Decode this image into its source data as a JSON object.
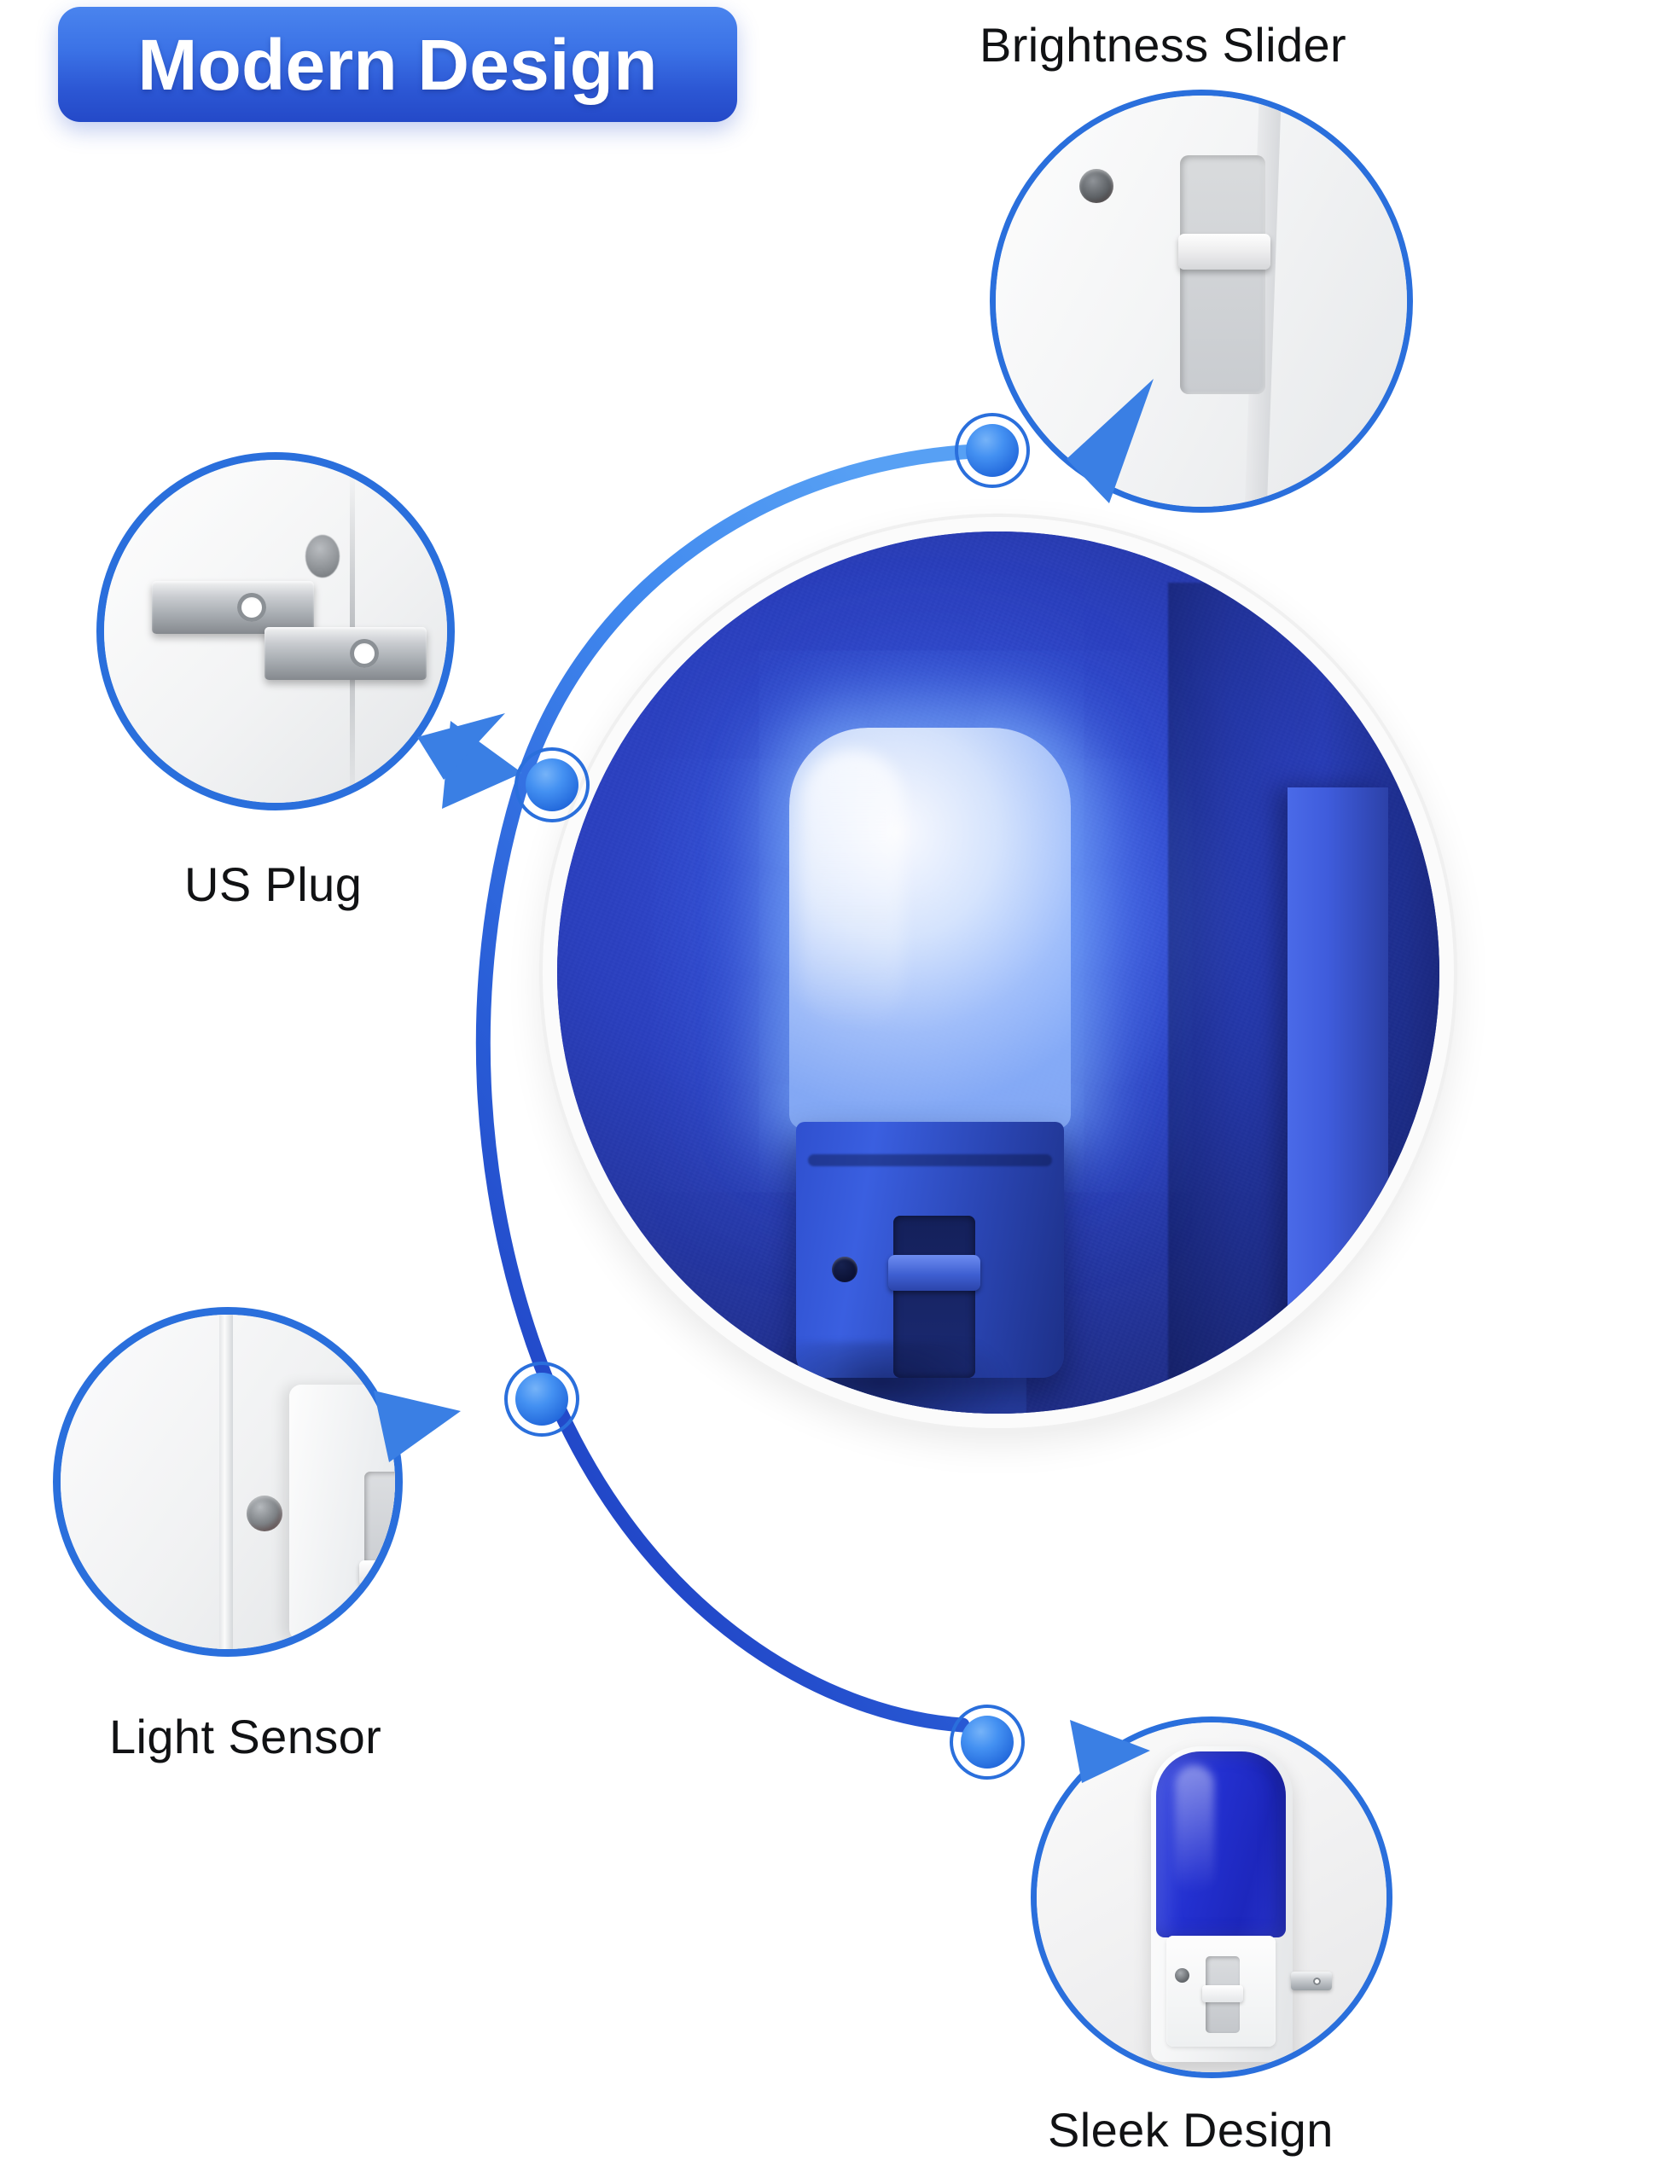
{
  "badge": {
    "label": "Modern Design",
    "gradient_from": "#4a84ee",
    "gradient_to": "#2449c8",
    "text_color": "#ffffff"
  },
  "theme": {
    "accent_blue": "#2a6fdc",
    "arc_light": "#4a90f0",
    "arc_dark": "#1f3fc4",
    "dot_fill": "#3d8cef",
    "hero_ring": "#fbfbfb",
    "label_color": "#111214",
    "background": "#ffffff"
  },
  "hero": {
    "name": "plug-in-night-light-illuminated-blue",
    "description": "Night light plugged into wall outlet glowing blue"
  },
  "callouts": [
    {
      "id": "brightness-slider",
      "label": "Brightness Slider",
      "label_position": "top",
      "detail": "close-up of recessed slider switch and sensor hole"
    },
    {
      "id": "us-plug",
      "label": "US Plug",
      "label_position": "bottom",
      "detail": "close-up of two flat metal prongs with holes"
    },
    {
      "id": "light-sensor",
      "label": "Light Sensor",
      "label_position": "bottom",
      "detail": "close-up of dusk-to-dawn photo sensor opening"
    },
    {
      "id": "sleek-design",
      "label": "Sleek Design",
      "label_position": "bottom",
      "detail": "full product view with blue dome and white base"
    }
  ]
}
